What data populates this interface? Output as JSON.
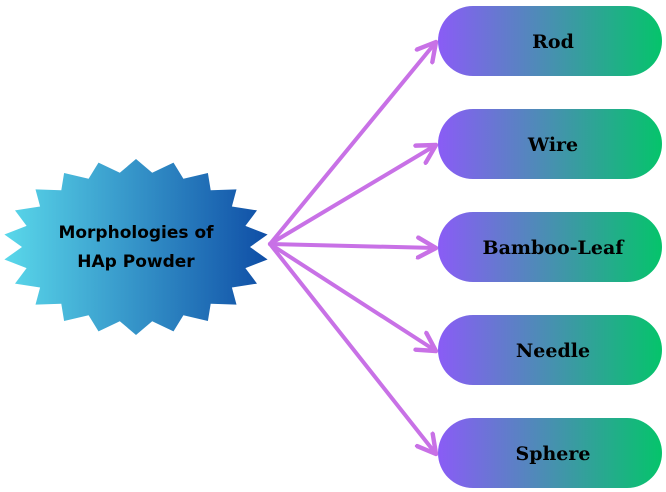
{
  "center": {
    "line1": "Morphologies of",
    "line2": "HAp Powder"
  },
  "items": [
    {
      "label": "Rod"
    },
    {
      "label": "Wire"
    },
    {
      "label": "Bamboo-Leaf"
    },
    {
      "label": "Needle"
    },
    {
      "label": "Sphere"
    }
  ],
  "colors": {
    "burst_start": "#5ad8ea",
    "burst_end": "#0f4ea6",
    "pill_start": "#8a5cf6",
    "pill_end": "#05c46b",
    "arrow": "#c871e6"
  }
}
